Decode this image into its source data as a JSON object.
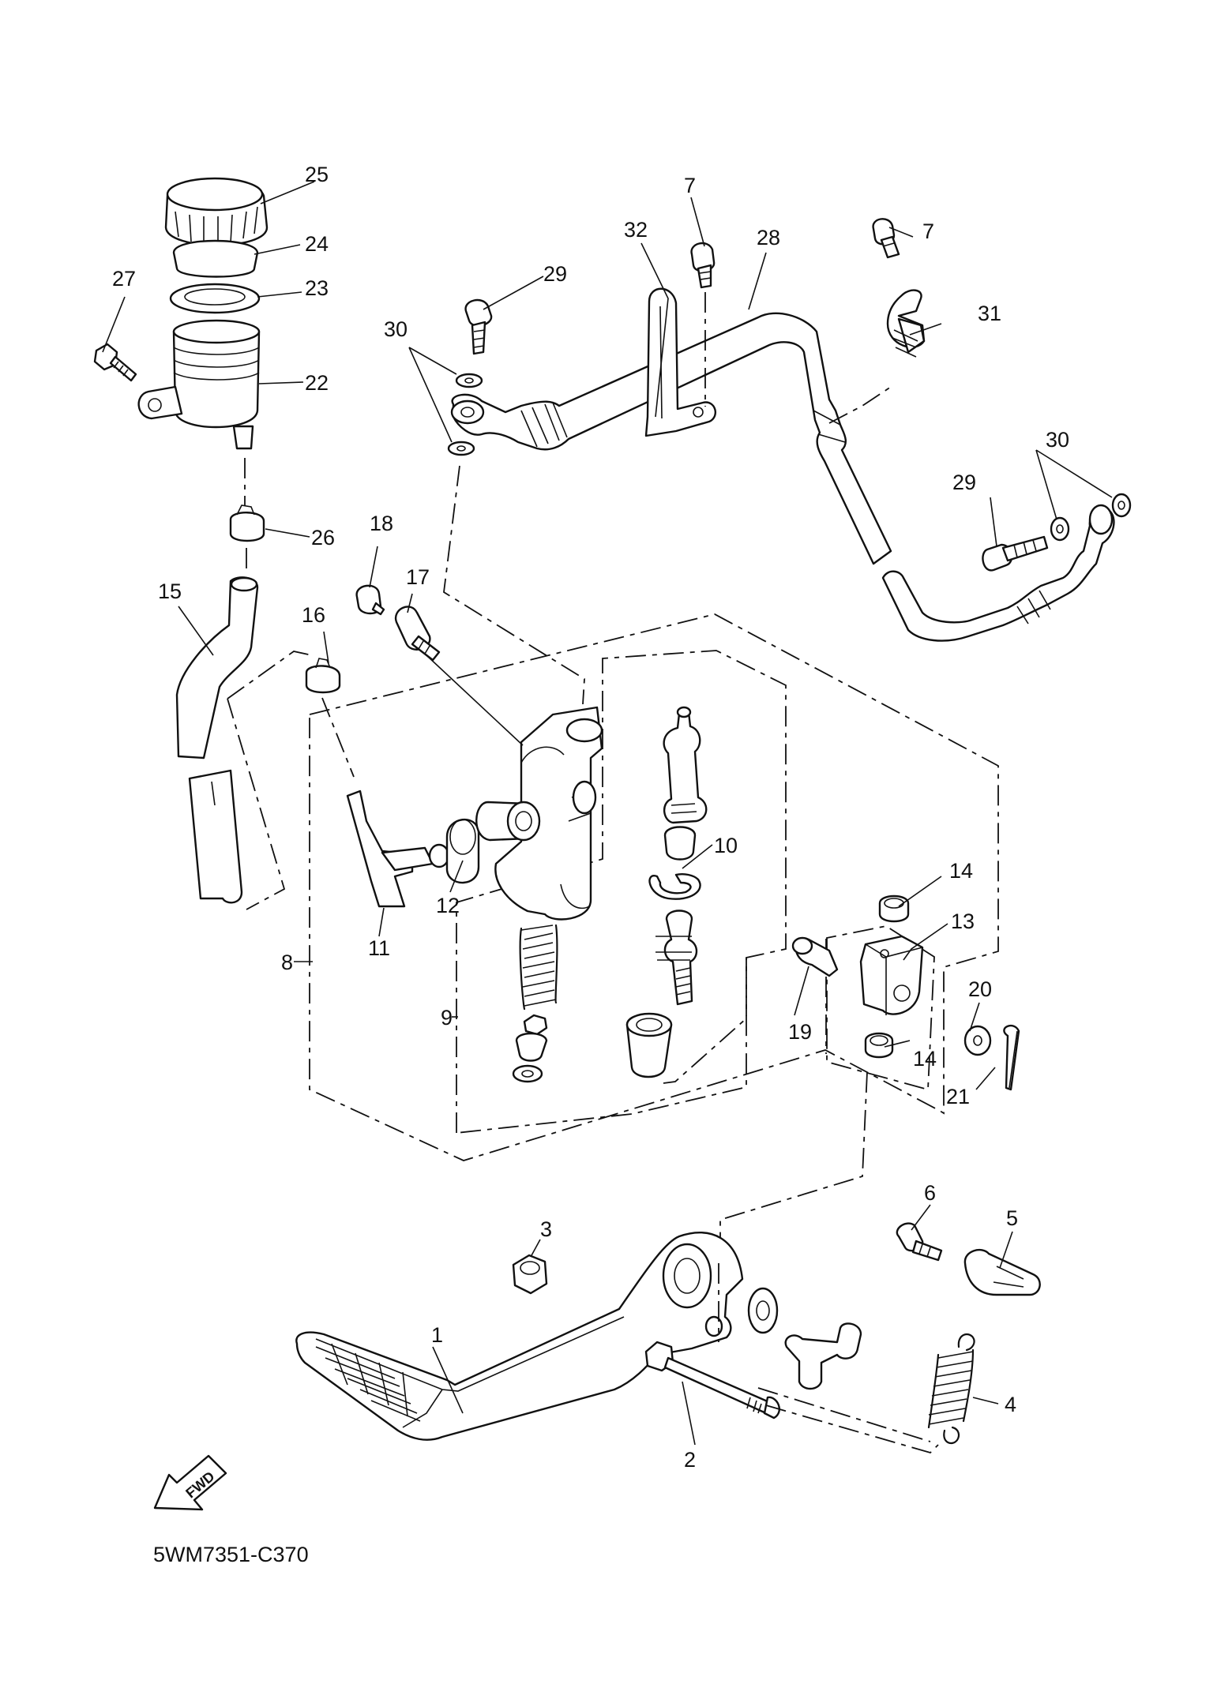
{
  "figure_code": "5WM7351-C370",
  "fwd_label": "FWD",
  "callouts": [
    {
      "id": "c1",
      "text": "1"
    },
    {
      "id": "c2",
      "text": "2"
    },
    {
      "id": "c3",
      "text": "3"
    },
    {
      "id": "c4",
      "text": "4"
    },
    {
      "id": "c5",
      "text": "5"
    },
    {
      "id": "c6",
      "text": "6"
    },
    {
      "id": "c7a",
      "text": "7"
    },
    {
      "id": "c7b",
      "text": "7"
    },
    {
      "id": "c8",
      "text": "8"
    },
    {
      "id": "c9",
      "text": "9"
    },
    {
      "id": "c10",
      "text": "10"
    },
    {
      "id": "c11",
      "text": "11"
    },
    {
      "id": "c12",
      "text": "12"
    },
    {
      "id": "c13",
      "text": "13"
    },
    {
      "id": "c14a",
      "text": "14"
    },
    {
      "id": "c14b",
      "text": "14"
    },
    {
      "id": "c15",
      "text": "15"
    },
    {
      "id": "c16",
      "text": "16"
    },
    {
      "id": "c17",
      "text": "17"
    },
    {
      "id": "c18",
      "text": "18"
    },
    {
      "id": "c19",
      "text": "19"
    },
    {
      "id": "c20",
      "text": "20"
    },
    {
      "id": "c21",
      "text": "21"
    },
    {
      "id": "c22",
      "text": "22"
    },
    {
      "id": "c23",
      "text": "23"
    },
    {
      "id": "c24",
      "text": "24"
    },
    {
      "id": "c25",
      "text": "25"
    },
    {
      "id": "c26",
      "text": "26"
    },
    {
      "id": "c27",
      "text": "27"
    },
    {
      "id": "c28",
      "text": "28"
    },
    {
      "id": "c29a",
      "text": "29"
    },
    {
      "id": "c29b",
      "text": "29"
    },
    {
      "id": "c30a",
      "text": "30"
    },
    {
      "id": "c30b",
      "text": "30"
    },
    {
      "id": "c31",
      "text": "31"
    },
    {
      "id": "c32",
      "text": "32"
    }
  ]
}
